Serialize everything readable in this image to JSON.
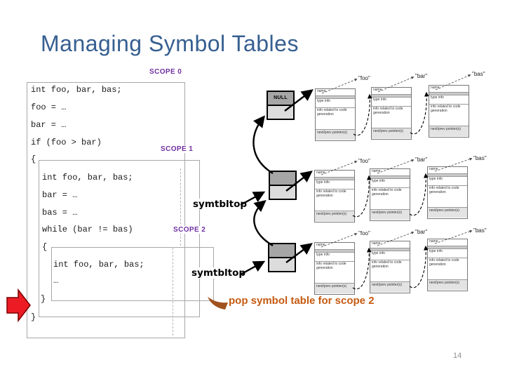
{
  "slide": {
    "title": "Managing Symbol Tables",
    "page_number": "14"
  },
  "scope_labels": {
    "scope0": "SCOPE 0",
    "scope1": "SCOPE 1",
    "scope2": "SCOPE 2"
  },
  "code": {
    "scope0": [
      "int foo, bar, bas;",
      "foo = …",
      "bar = …",
      "if (foo > bar)",
      "{"
    ],
    "scope1": [
      "int foo, bar, bas;",
      "bar = …",
      "bas = …",
      "while (bar != bas)",
      "{"
    ],
    "scope2": [
      "int foo, bar, bas;",
      "…"
    ],
    "close_scope2": "}",
    "close_scope0": "}"
  },
  "stack": {
    "null_label": "NULL",
    "symtbltop_1": "symtbltop",
    "symtbltop_2": "symtbltop"
  },
  "record": {
    "rows": [
      "name",
      "type info",
      "info related to code generation",
      "next/prev pointer(s)"
    ]
  },
  "entry_labels": [
    "\"foo\"",
    "\"bar\"",
    "\"bas\""
  ],
  "annotation": {
    "pop_note": "pop symbol table for scope 2"
  },
  "colors": {
    "title": "#365F91",
    "scope_label": "#7030A0",
    "annotation": "#C55A11",
    "red_arrow": "#EC1C24",
    "box_border": "#A8A8A8"
  }
}
